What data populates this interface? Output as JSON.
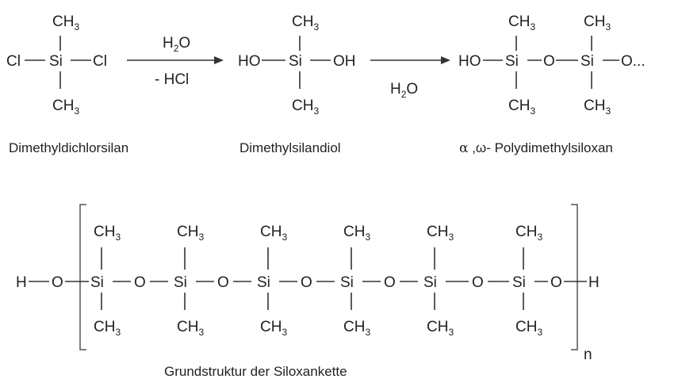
{
  "labels": {
    "ch": "CH",
    "three": "3",
    "cl": "Cl",
    "si": "Si",
    "ho": "HO",
    "oh": "OH",
    "o": "O",
    "h": "H",
    "h2": "H",
    "two": "2",
    "oxy": "O",
    "minus_hcl": "- HCl",
    "o_dots": "O...",
    "n": "n"
  },
  "captions": {
    "dichlorsilan": "Dimethyldichlorsilan",
    "silandiol": "Dimethylsilandiol",
    "alpha": "α",
    "omega_prefix": " ,ω-",
    "polysiloxan": " Polydimethylsiloxan",
    "chain": "Grundstruktur der Siloxankette"
  },
  "colors": {
    "ink": "#222222",
    "bond": "#333333",
    "bracket": "#555555",
    "background": "#ffffff"
  }
}
